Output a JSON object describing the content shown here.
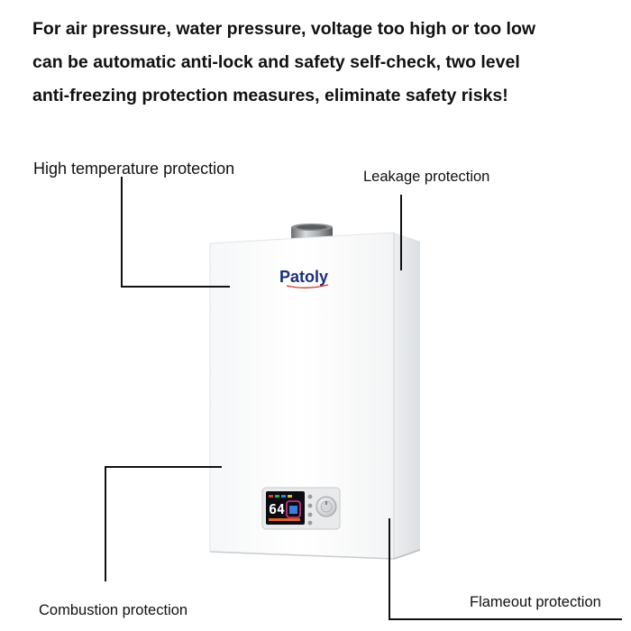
{
  "headline": {
    "line1": "For air pressure, water pressure, voltage too high or too low",
    "line2": "can be automatic anti-lock and safety self-check, two level",
    "line3": "anti-freezing protection measures, eliminate safety risks!"
  },
  "product": {
    "brand": "Patoly",
    "display_reading": "64",
    "brand_color": "#1b2f7a"
  },
  "callouts": {
    "high_temperature": "High temperature protection",
    "leakage": "Leakage protection",
    "combustion": "Combustion protection",
    "flameout": "Flameout protection"
  }
}
